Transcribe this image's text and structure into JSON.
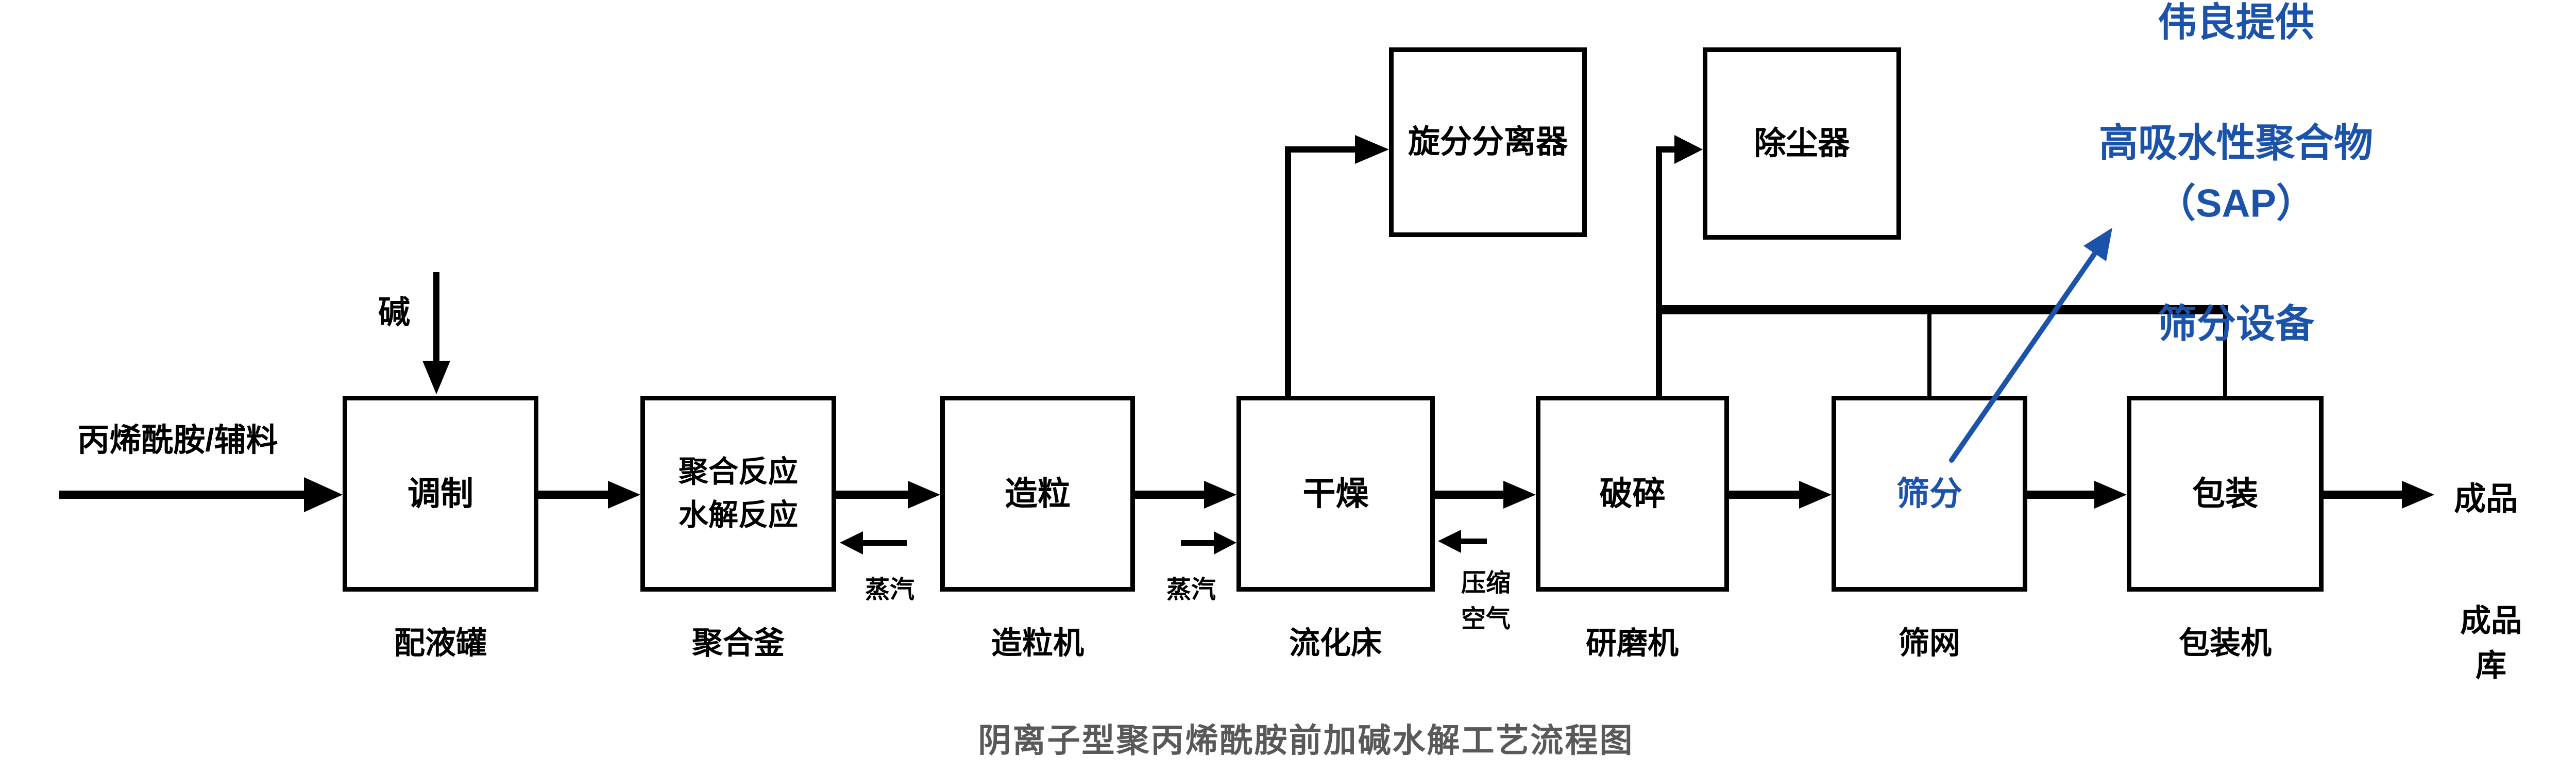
{
  "colors": {
    "diagram_black": "#000000",
    "accent_blue": "#1C53AA",
    "title_gray": "#595959",
    "background": "#FFFFFF"
  },
  "title": "阴离子型聚丙烯酰胺前加碱水解工艺流程图",
  "flow_inputs": {
    "feed_label": "丙烯酰胺/辅料",
    "alkali_label": "碱",
    "steam_label_1": "蒸汽",
    "steam_label_2": "蒸汽",
    "compressed_air_label": "压缩\n空气"
  },
  "process_steps": [
    {
      "box_label": "调制",
      "equipment_label": "配液罐"
    },
    {
      "box_label": "聚合反应\n水解反应",
      "equipment_label": "聚合釜"
    },
    {
      "box_label": "造粒",
      "equipment_label": "造粒机"
    },
    {
      "box_label": "干燥",
      "equipment_label": "流化床"
    },
    {
      "box_label": "破碎",
      "equipment_label": "研磨机"
    },
    {
      "box_label": "筛分",
      "equipment_label": "筛网"
    },
    {
      "box_label": "包装",
      "equipment_label": "包装机"
    }
  ],
  "dust_handling": {
    "cyclone_label": "旋分分离器",
    "dust_collector_label": "除尘器"
  },
  "output": {
    "product_label": "成品",
    "warehouse_label": "成品库"
  },
  "annotation": {
    "line1": "伟良提供",
    "line2": "高吸水性聚合物（SAP）",
    "line3": "筛分设备"
  }
}
